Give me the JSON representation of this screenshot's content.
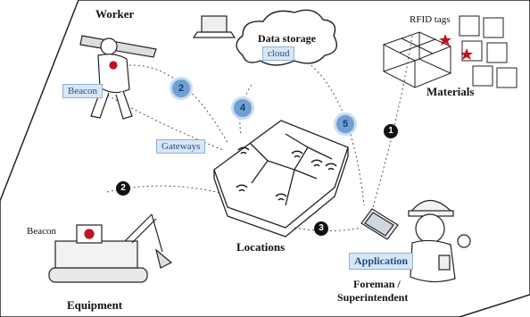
{
  "labels": {
    "worker": "Worker",
    "beacon_worker": "Beacon",
    "data_storage": "Data storage",
    "cloud": "cloud",
    "rfid_tags": "RFID tags",
    "materials": "Materials",
    "gateways": "Gateways",
    "beacon_equipment": "Beacon",
    "locations": "Locations",
    "application": "Application",
    "foreman": "Foreman /",
    "superintendent": "Superintendent",
    "equipment": "Equipment"
  },
  "steps": {
    "s1": "1",
    "s2_worker": "2",
    "s2_equipment": "2",
    "s3": "3",
    "s4": "4",
    "s5": "5"
  },
  "colors": {
    "accent_blue": "#6f9fd3",
    "label_box": "#d8e6f5",
    "tag_star": "#c1121f"
  }
}
